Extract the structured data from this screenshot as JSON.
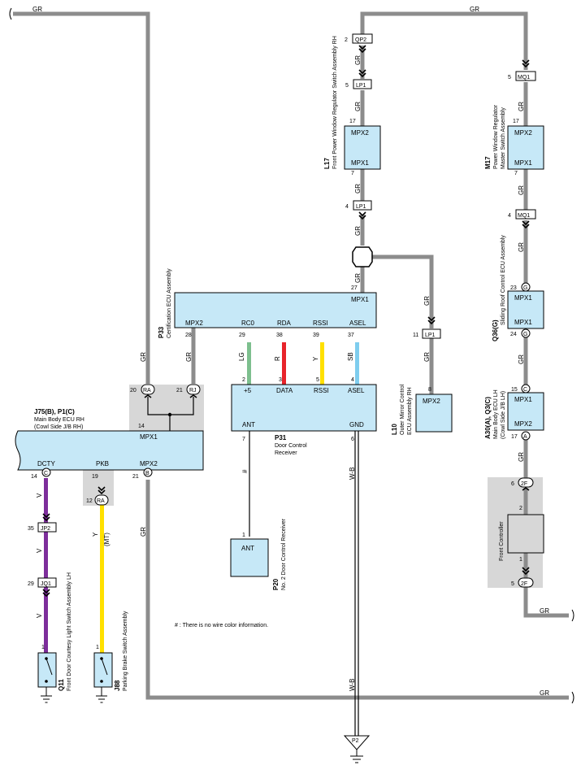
{
  "colors": {
    "wire_gr": "#8c8c8c",
    "wire_v": "#7d2e9b",
    "wire_y": "#ffe000",
    "wire_lg": "#7dbf8e",
    "wire_r": "#e8232a",
    "wire_sb": "#7fcdee",
    "box_fill": "#c6e8f7",
    "grey_fill": "#d7d7d7"
  },
  "wire_labels": {
    "gr": "GR",
    "v": "V",
    "y": "Y",
    "mt": "(MT)",
    "lg": "LG",
    "r": "R",
    "sb": "SB",
    "hash": "#",
    "wb": "W-B"
  },
  "note": "# : There is no wire color information.",
  "p33": {
    "name": "Certification ECU Assembly",
    "code": "P33",
    "mpx1": "MPX1",
    "mpx2": "MPX2",
    "rc0": "RC0",
    "rda": "RDA",
    "rssi": "RSSI",
    "asel": "ASEL",
    "pin_mpx1": "27",
    "pin_mpx2": "28",
    "pin_rc0": "29",
    "pin_rda": "38",
    "pin_rssi": "39",
    "pin_asel": "37"
  },
  "p31": {
    "code": "P31",
    "name_line1": "Door Control",
    "name_line2": "Receiver",
    "plus5": "+5",
    "data": "DATA",
    "rssi": "RSSI",
    "asel": "ASEL",
    "ant": "ANT",
    "gnd": "GND",
    "pin_plus5": "2",
    "pin_data": "3",
    "pin_rssi": "5",
    "pin_asel": "4",
    "pin_ant": "7",
    "pin_gnd": "6"
  },
  "p20": {
    "code": "P20",
    "name": "No. 2 Door Control Receiver",
    "ant": "ANT",
    "pin": "1"
  },
  "p2": {
    "ground": "P2"
  },
  "j75": {
    "codes": "J75(B), P1(C)",
    "name_line1": "Main Body ECU RH",
    "name_line2": "(Cowl Side J/B RH)",
    "mpx1": "MPX1",
    "mpx2": "MPX2",
    "dcty": "DCTY",
    "pkb": "PKB",
    "pin_mpx1": "14",
    "pin_mpx2": "21",
    "pin_dcty": "14",
    "pin_pkb": "19",
    "conn_mpx2": "B",
    "conn_dcty": "C"
  },
  "ra": {
    "name": "RA",
    "pin_a": "20",
    "pin_b": "12"
  },
  "rj": {
    "name": "RJ",
    "pin": "21"
  },
  "jp2": {
    "name": "JP2",
    "pin": "35"
  },
  "jq1": {
    "name": "JQ1",
    "pin": "29"
  },
  "q11": {
    "code": "Q11",
    "name": "Front Door Courtesy Light Switch Assembly LH",
    "pin": "1"
  },
  "j88": {
    "code": "J88",
    "name": "Parking Brake Switch Assembly",
    "pin": "1"
  },
  "l17": {
    "code": "L17",
    "name": "Front Power Window Regulator Switch Assembly RH",
    "mpx1": "MPX1",
    "mpx2": "MPX2",
    "pin_mpx2": "17",
    "pin_mpx1": "7"
  },
  "qp2": {
    "name": "QP2",
    "pin": "2"
  },
  "lp1": {
    "name": "LP1",
    "pin_top": "5",
    "pin_mid": "4",
    "pin_l10": "11"
  },
  "l10": {
    "code": "L10",
    "name_line1": "Outer Mirror Control",
    "name_line2": "ECU Assembly RH",
    "mpx2": "MPX2",
    "pin": "8"
  },
  "m17": {
    "code": "M17",
    "name_line1": "Power Window Regulator",
    "name_line2": "Master Switch Assembly",
    "mpx2": "MPX2",
    "mpx1": "MPX1",
    "pin_mpx2": "17",
    "pin_mpx1": "7"
  },
  "mq1": {
    "name": "MQ1",
    "pin_top": "5",
    "pin_mid": "4"
  },
  "q36": {
    "code": "Q36(G)",
    "name": "Sliding Roof Control ECU Assembly",
    "mpx1": "MPX1",
    "mpx1b": "MPX1",
    "pin_top": "23",
    "pin_bottom": "24",
    "conn": "G"
  },
  "a30": {
    "code": "A30(A), Q3(C)",
    "name_line1": "Main Body ECU LH",
    "name_line2": "(Cowl Side J/B LH)",
    "mpx1": "MPX1",
    "mpx2": "MPX2",
    "pin_mpx1": "15",
    "pin_mpx2": "17",
    "conn_mpx1": "C",
    "conn_mpx2": "A"
  },
  "fc": {
    "name": "Front Controller",
    "conn": "2F",
    "pin_top": "6",
    "pin_in2": "2",
    "pin_in1": "1",
    "pin_bottom": "5"
  }
}
